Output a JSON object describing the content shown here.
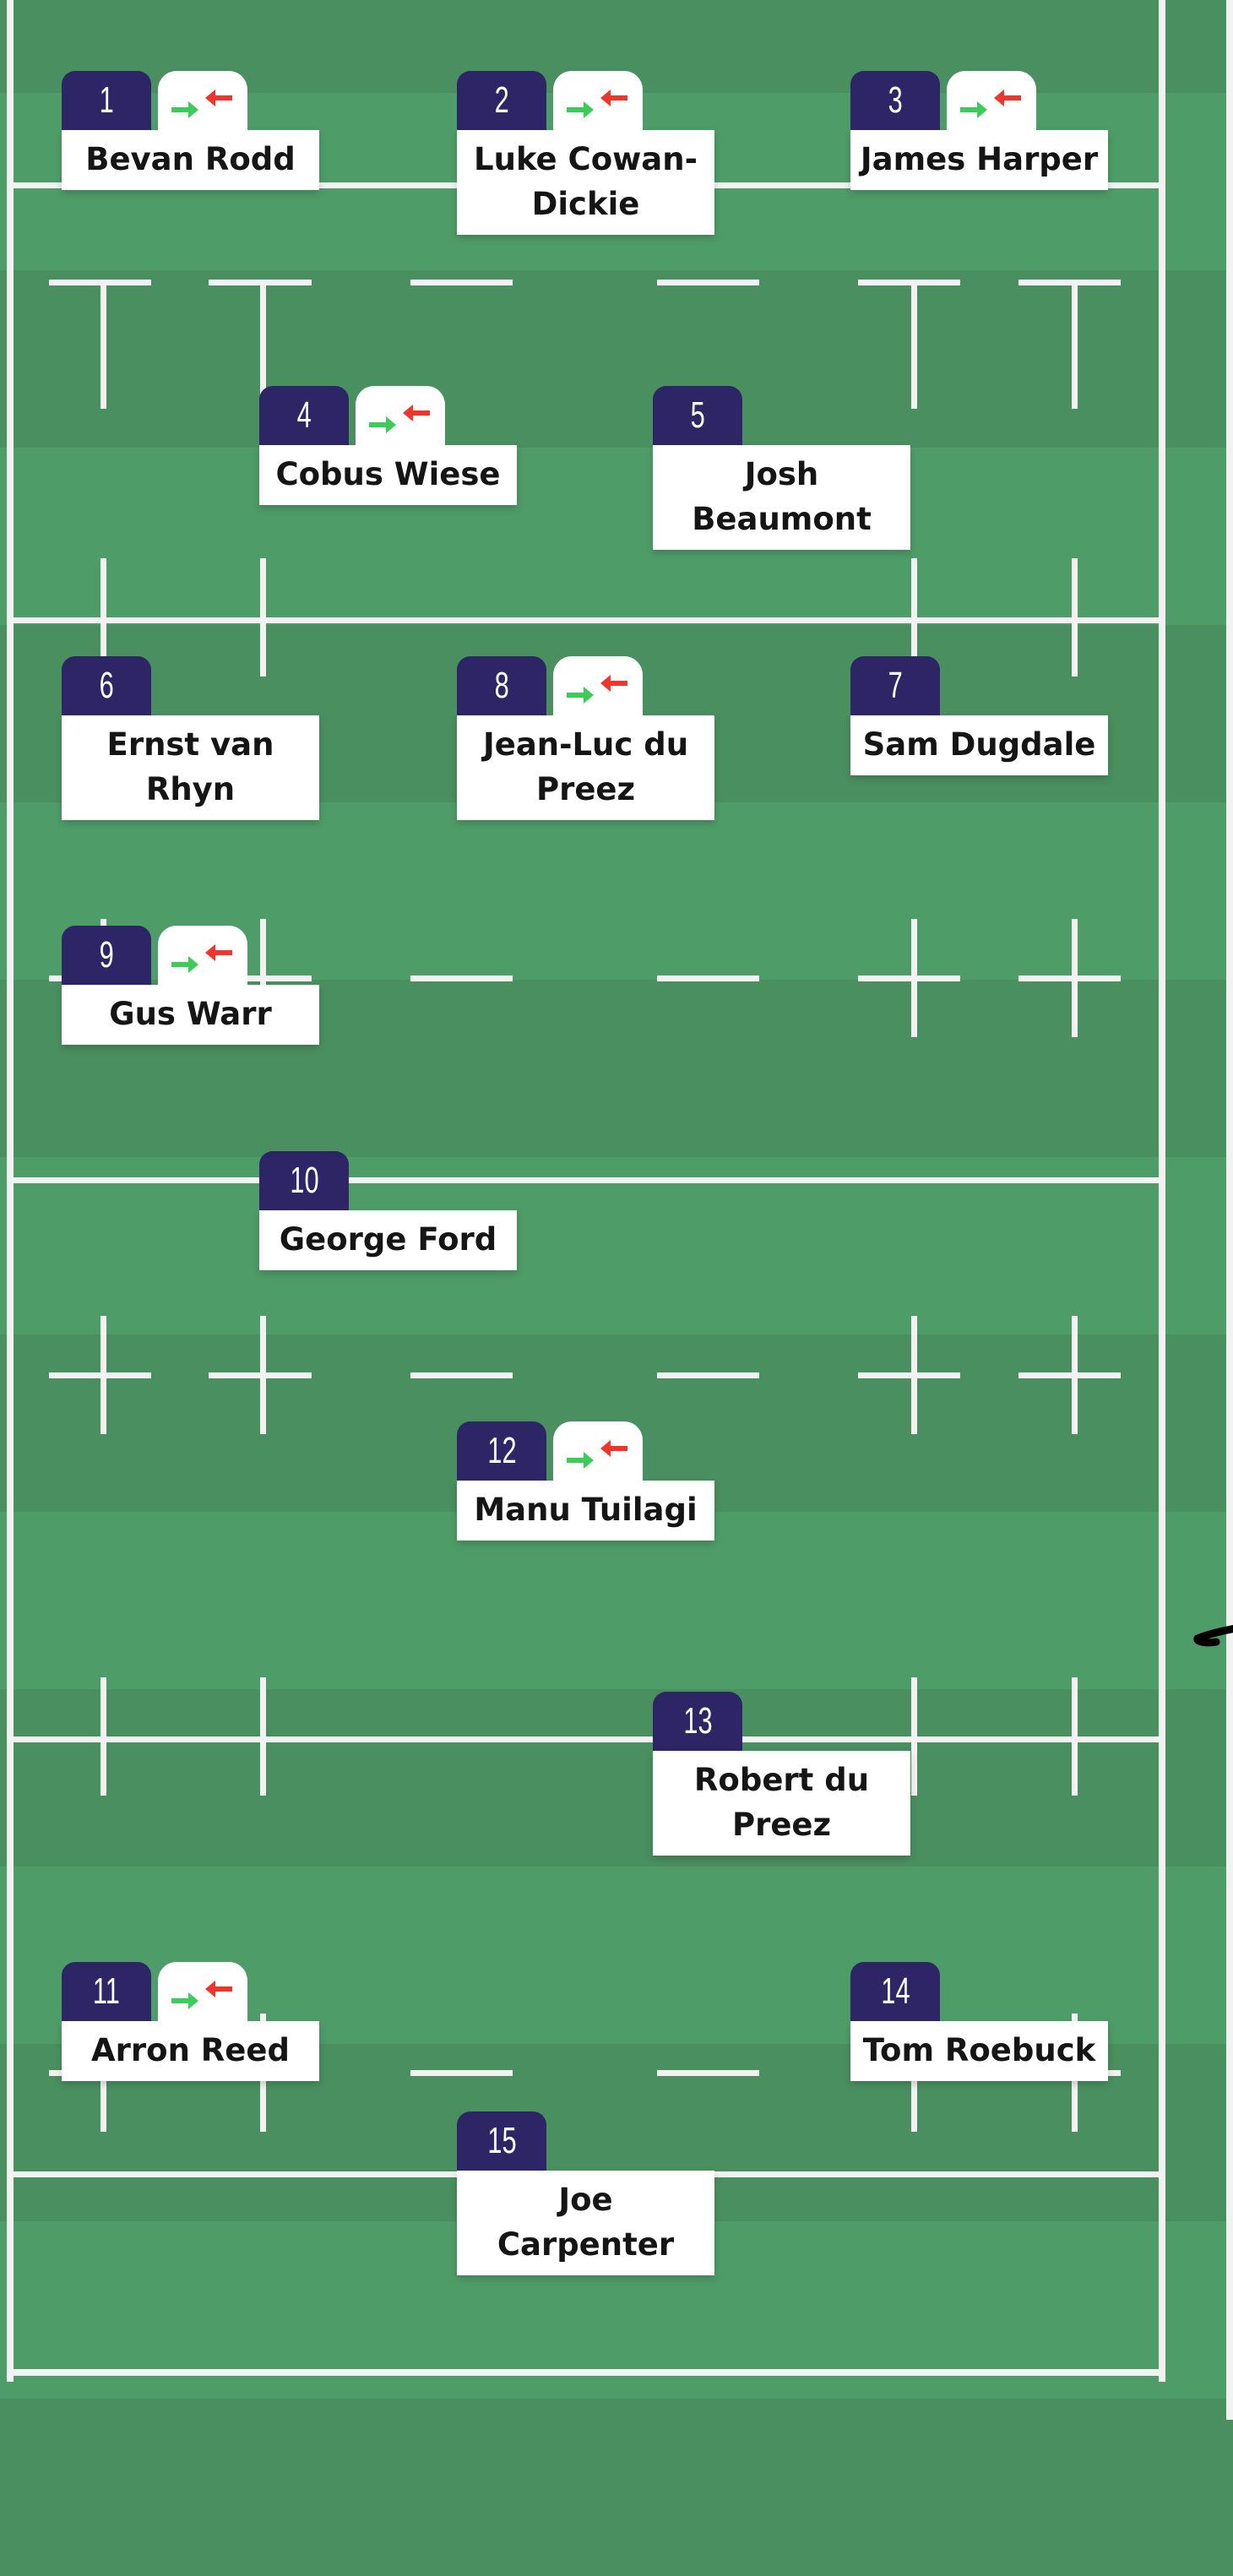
{
  "colors": {
    "pitch_light": "#4e9c68",
    "pitch_dark": "#4a8f5f",
    "number_tab": "#2d2565",
    "sub_in": "#3dcc5a",
    "sub_out": "#f0352c"
  },
  "players": [
    {
      "number": "1",
      "name": "Bevan Rodd",
      "substituted": true
    },
    {
      "number": "2",
      "name": "Luke Cowan-Dickie",
      "substituted": true
    },
    {
      "number": "3",
      "name": "James Harper",
      "substituted": true
    },
    {
      "number": "4",
      "name": "Cobus Wiese",
      "substituted": true
    },
    {
      "number": "5",
      "name": "Josh Beaumont",
      "substituted": false
    },
    {
      "number": "6",
      "name": "Ernst van Rhyn",
      "substituted": false
    },
    {
      "number": "8",
      "name": "Jean-Luc du Preez",
      "substituted": true
    },
    {
      "number": "7",
      "name": "Sam Dugdale",
      "substituted": false
    },
    {
      "number": "9",
      "name": "Gus Warr",
      "substituted": true
    },
    {
      "number": "10",
      "name": "George Ford",
      "substituted": false
    },
    {
      "number": "12",
      "name": "Manu Tuilagi",
      "substituted": true
    },
    {
      "number": "13",
      "name": "Robert du Preez",
      "substituted": false
    },
    {
      "number": "11",
      "name": "Arron Reed",
      "substituted": true
    },
    {
      "number": "14",
      "name": "Tom Roebuck",
      "substituted": false
    },
    {
      "number": "15",
      "name": "Joe Carpenter",
      "substituted": false
    }
  ]
}
